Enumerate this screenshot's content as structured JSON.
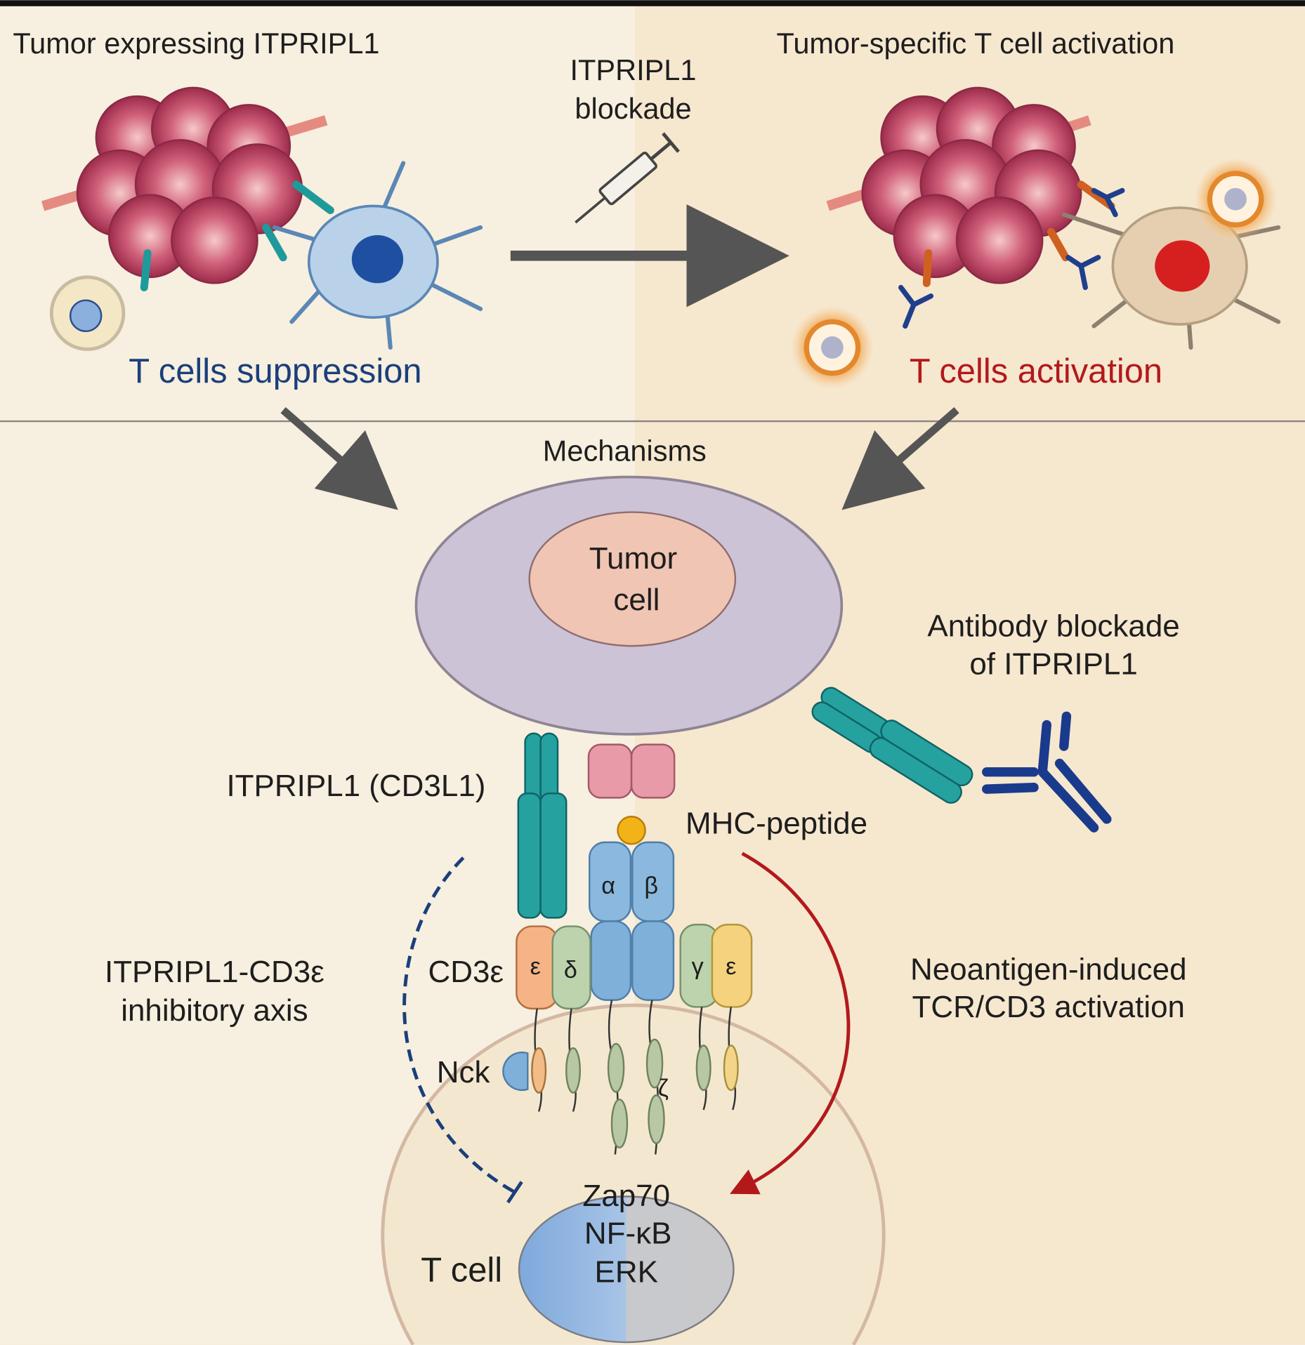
{
  "top_left": {
    "title": "Tumor expressing ITPRIPL1",
    "outcome": "T cells suppression"
  },
  "center_top": {
    "line1": "ITPRIPL1",
    "line2": "blockade"
  },
  "top_right": {
    "title": "Tumor-specific T cell activation",
    "outcome": "T cells activation"
  },
  "mechanisms": {
    "title": "Mechanisms",
    "tumor_cell": {
      "line1": "Tumor",
      "line2": "cell"
    },
    "antibody": {
      "line1": "Antibody blockade",
      "line2": "of ITPRIPL1"
    },
    "itpripl1_label": "ITPRIPL1 (CD3L1)",
    "mhc_label": "MHC-peptide",
    "inhibitory": {
      "line1": "ITPRIPL1-CD3ε",
      "line2": "inhibitory axis"
    },
    "cd3e_label": "CD3ε",
    "activation": {
      "line1": "Neoantigen-induced",
      "line2": "TCR/CD3 activation"
    },
    "nck_label": "Nck",
    "zeta_label": "ζ",
    "subunits": {
      "alpha": "α",
      "beta": "β",
      "epsilon_left": "ε",
      "delta": "δ",
      "gamma": "γ",
      "epsilon_right": "ε"
    },
    "signals": {
      "line1": "Zap70",
      "line2": "NF-κB",
      "line3": "ERK"
    },
    "t_cell_label": "T cell"
  },
  "colors": {
    "suppression": "#1b3f7c",
    "activation": "#b3191b",
    "itpripl1": "#1f9a9a",
    "tcr": "#7fb0da",
    "background": "#f6ecd9"
  }
}
